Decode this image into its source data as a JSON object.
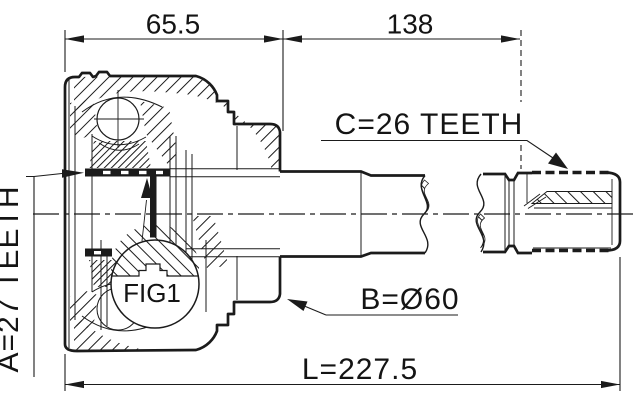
{
  "drawing": {
    "labels": {
      "dim_housing_width": "65.5",
      "dim_shaft_length": "138",
      "outer_spline": "C=26 TEETH",
      "inner_spline": "A=27 TEETH",
      "body_diameter": "B=Ø60",
      "total_length": "L=227.5",
      "figure": "FIG1"
    },
    "colors": {
      "line": "#1b1b1b",
      "background": "#ffffff"
    }
  }
}
